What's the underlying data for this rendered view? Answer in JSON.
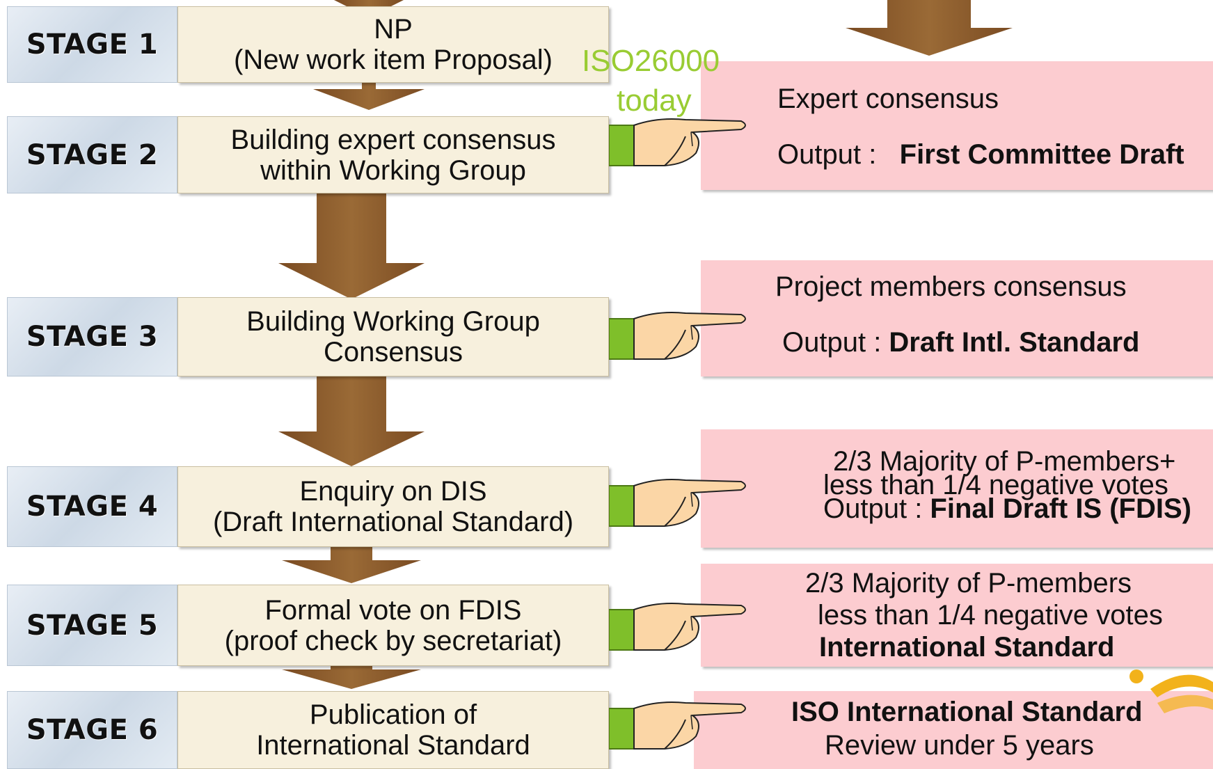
{
  "stages": [
    {
      "label": "STAGE 1",
      "lines": [
        "NP",
        "(New work item Proposal)"
      ]
    },
    {
      "label": "STAGE 2",
      "lines": [
        "Building expert consensus",
        "within Working Group"
      ]
    },
    {
      "label": "STAGE 3",
      "lines": [
        "Building Working Group",
        "Consensus"
      ]
    },
    {
      "label": "STAGE 4",
      "lines": [
        "Enquiry on DIS",
        "(Draft International Standard)"
      ]
    },
    {
      "label": "STAGE 5",
      "lines": [
        "Formal vote on FDIS",
        "(proof check by secretariat)"
      ]
    },
    {
      "label": "STAGE 6",
      "lines": [
        "Publication of",
        "International Standard"
      ]
    }
  ],
  "marker": {
    "line1": "ISO26000",
    "line2": "today"
  },
  "outputs": {
    "s2": {
      "line1": "Expert consensus",
      "output_prefix": "Output : ",
      "output_bold": "First Committee Draft"
    },
    "s3": {
      "line1": "Project members  consensus",
      "output_prefix": "Output : ",
      "output_bold": "Draft Intl. Standard"
    },
    "s4": {
      "line1": "2/3 Majority of P-members+",
      "line2": "less than 1/4 negative votes",
      "output_prefix": "Output : ",
      "output_bold": "Final Draft IS (FDIS)"
    },
    "s5": {
      "line1": "2/3 Majority of P-members",
      "line2": "less than 1/4 negative votes",
      "line3_bold": "International Standard"
    },
    "s6": {
      "line1_bold": "ISO International Standard",
      "line2": "Review under 5 years"
    }
  },
  "colors": {
    "stage_box": "#f7f0dd",
    "output_box": "#fcccd0",
    "arrow": "#8b5a2b",
    "marker_text": "#99cc33",
    "hand_skin": "#fbd6a6",
    "cuff": "#7fbf2a"
  }
}
